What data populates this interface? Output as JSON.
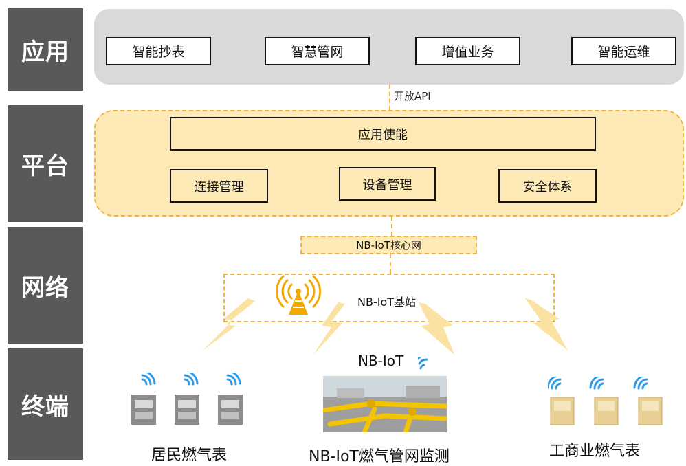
{
  "layers": {
    "application": "应用",
    "platform": "平台",
    "network": "网络",
    "terminal": "终端"
  },
  "application": {
    "items": [
      "智能抄表",
      "智慧管网",
      "增值业务",
      "智能运维"
    ]
  },
  "open_api": "开放API",
  "platform": {
    "enablement": "应用使能",
    "items": [
      "连接管理",
      "设备管理",
      "安全体系"
    ]
  },
  "network": {
    "core": "NB-IoT核心网",
    "base_station": "NB-IoT基站"
  },
  "terminal": {
    "link_label": "NB-IoT",
    "groups": [
      "居民燃气表",
      "NB-IoT燃气管网监测",
      "工商业燃气表"
    ]
  },
  "colors": {
    "label_bg": "#595959",
    "app_band": "#d9d9d9",
    "platform_band": "#fde9b5",
    "dashed_border": "#f0b443",
    "tower": "#f2a900",
    "lightning": "#fbe2a3",
    "wifi": "#2e9be8",
    "gray_meter": "#8c8c8c",
    "tan_meter": "#e8cf94"
  },
  "icons": [
    "cell-tower-icon",
    "lightning-icon",
    "wifi-icon",
    "gas-meter-icon"
  ]
}
